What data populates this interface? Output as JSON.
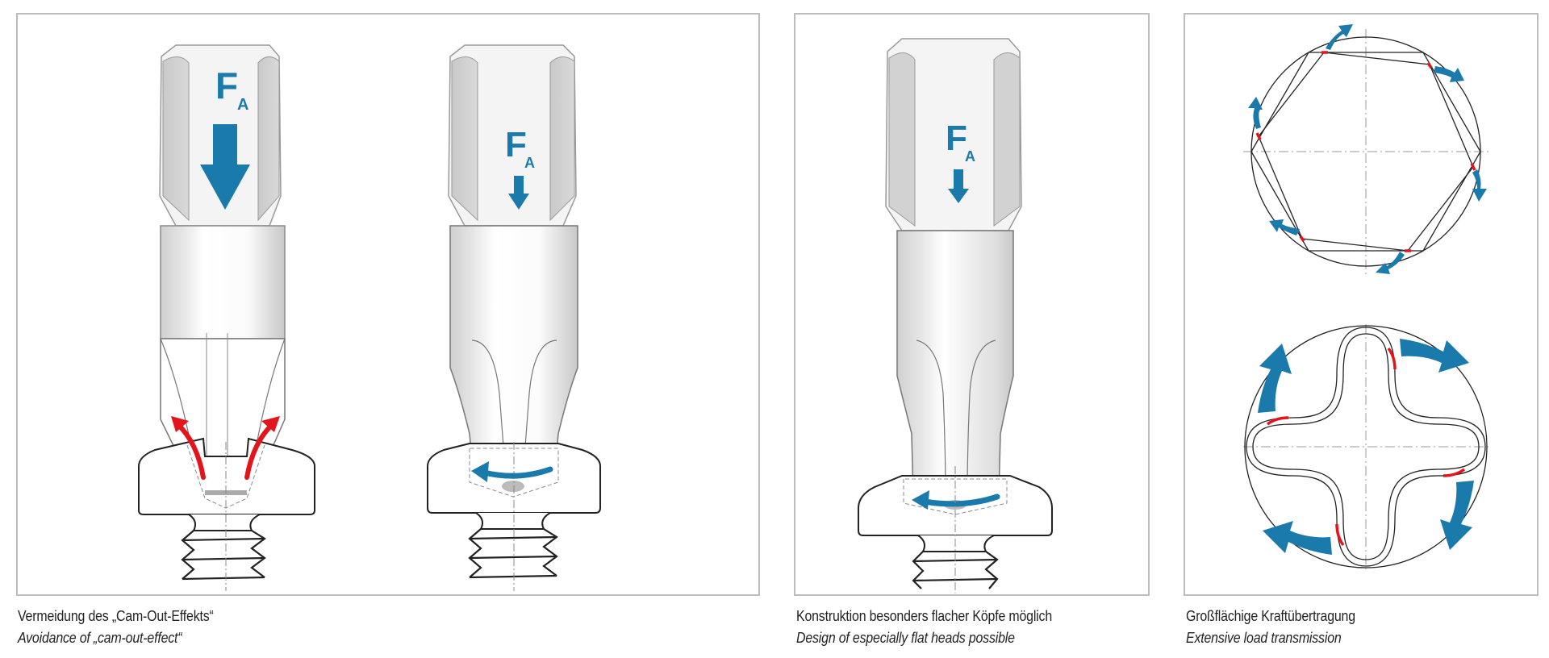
{
  "colors": {
    "force_blue": "#1a7aab",
    "camout_red": "#e3141b",
    "panel_border": "#bdbdbd",
    "caption_text": "#222222"
  },
  "force_symbol": {
    "main": "F",
    "subscript": "A"
  },
  "panels": [
    {
      "id": "cam-out",
      "caption_de": "Vermeidung des „Cam-Out-Effekts“",
      "caption_en": "Avoidance of „cam-out-effect“",
      "figures": [
        {
          "type": "phillips-bit-in-screw",
          "force_arrow": "large",
          "effect_arrows": "red-outward"
        },
        {
          "type": "torx-bit-in-screw",
          "force_arrow": "small",
          "rotation_arrow": "blue-counterclockwise"
        }
      ]
    },
    {
      "id": "flat-head",
      "caption_de": "Konstruktion besonders flacher Köpfe möglich",
      "caption_en": "Design of especially flat heads possible",
      "figures": [
        {
          "type": "torx-bit-in-flat-screw",
          "force_arrow": "small",
          "rotation_arrow": "blue-counterclockwise"
        }
      ]
    },
    {
      "id": "load-transmission",
      "caption_de": "Großflächige Kraftübertragung",
      "caption_en": "Extensive load transmission",
      "figures": [
        {
          "type": "hex-cross-section",
          "contact_points": 6
        },
        {
          "type": "torx-cross-section",
          "contact_points": 4
        }
      ]
    }
  ]
}
